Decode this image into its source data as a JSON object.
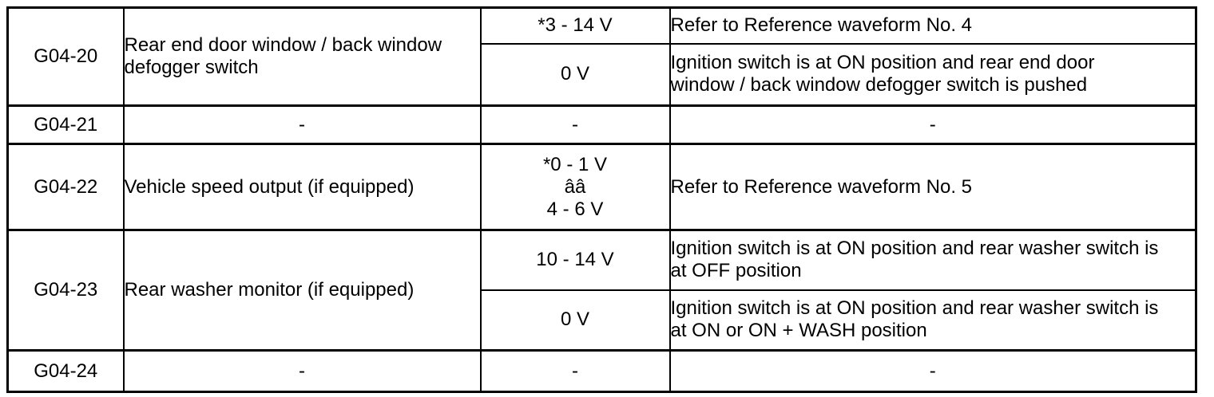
{
  "table": {
    "name": "connector-terminal-voltage-table",
    "columns": [
      "terminal",
      "description",
      "voltage",
      "condition"
    ],
    "rows": [
      {
        "terminal": "G04-20",
        "description": "Rear end door window / back window\ndefogger switch",
        "entries": [
          {
            "voltage": "*3 - 14 V",
            "condition": "Refer to Reference waveform No. 4"
          },
          {
            "voltage": "0 V",
            "condition": "Ignition switch is at ON position and rear end door\nwindow / back window defogger switch is pushed"
          }
        ]
      },
      {
        "terminal": "G04-21",
        "description": "-",
        "entries": [
          {
            "voltage": "-",
            "condition": "-"
          }
        ]
      },
      {
        "terminal": "G04-22",
        "description": "Vehicle speed output (if equipped)",
        "entries": [
          {
            "voltage": "*0 - 1 V\nââ\n4 - 6 V",
            "condition": "Refer to Reference waveform No. 5"
          }
        ]
      },
      {
        "terminal": "G04-23",
        "description": "Rear washer monitor (if equipped)",
        "entries": [
          {
            "voltage": "10 - 14 V",
            "condition": "Ignition switch is at ON position and rear washer switch is\nat OFF position"
          },
          {
            "voltage": "0 V",
            "condition": "Ignition switch is at ON position and rear washer switch is\nat ON or ON + WASH position"
          }
        ]
      },
      {
        "terminal": "G04-24",
        "description": "-",
        "entries": [
          {
            "voltage": "-",
            "condition": "-"
          }
        ]
      }
    ]
  }
}
